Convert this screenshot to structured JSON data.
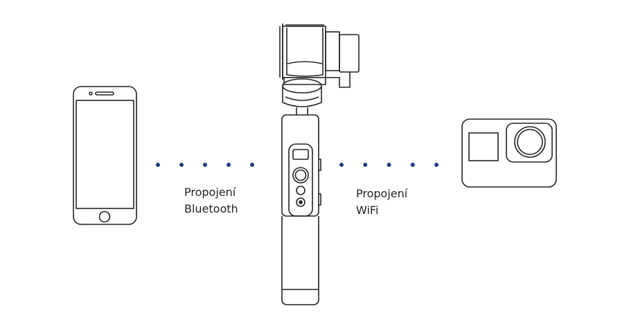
{
  "connections": {
    "bluetooth": {
      "line1": "Propojení",
      "line2": "Bluetooth",
      "dot_count": 5
    },
    "wifi": {
      "line1": "Propojení",
      "line2": "WiFi",
      "dot_count": 5
    }
  },
  "devices": {
    "left": "smartphone-icon",
    "center": "gimbal-stabilizer-icon",
    "right": "action-camera-icon"
  },
  "colors": {
    "outline": "#222222",
    "dots": "#1f3f7a",
    "background": "#ffffff"
  }
}
